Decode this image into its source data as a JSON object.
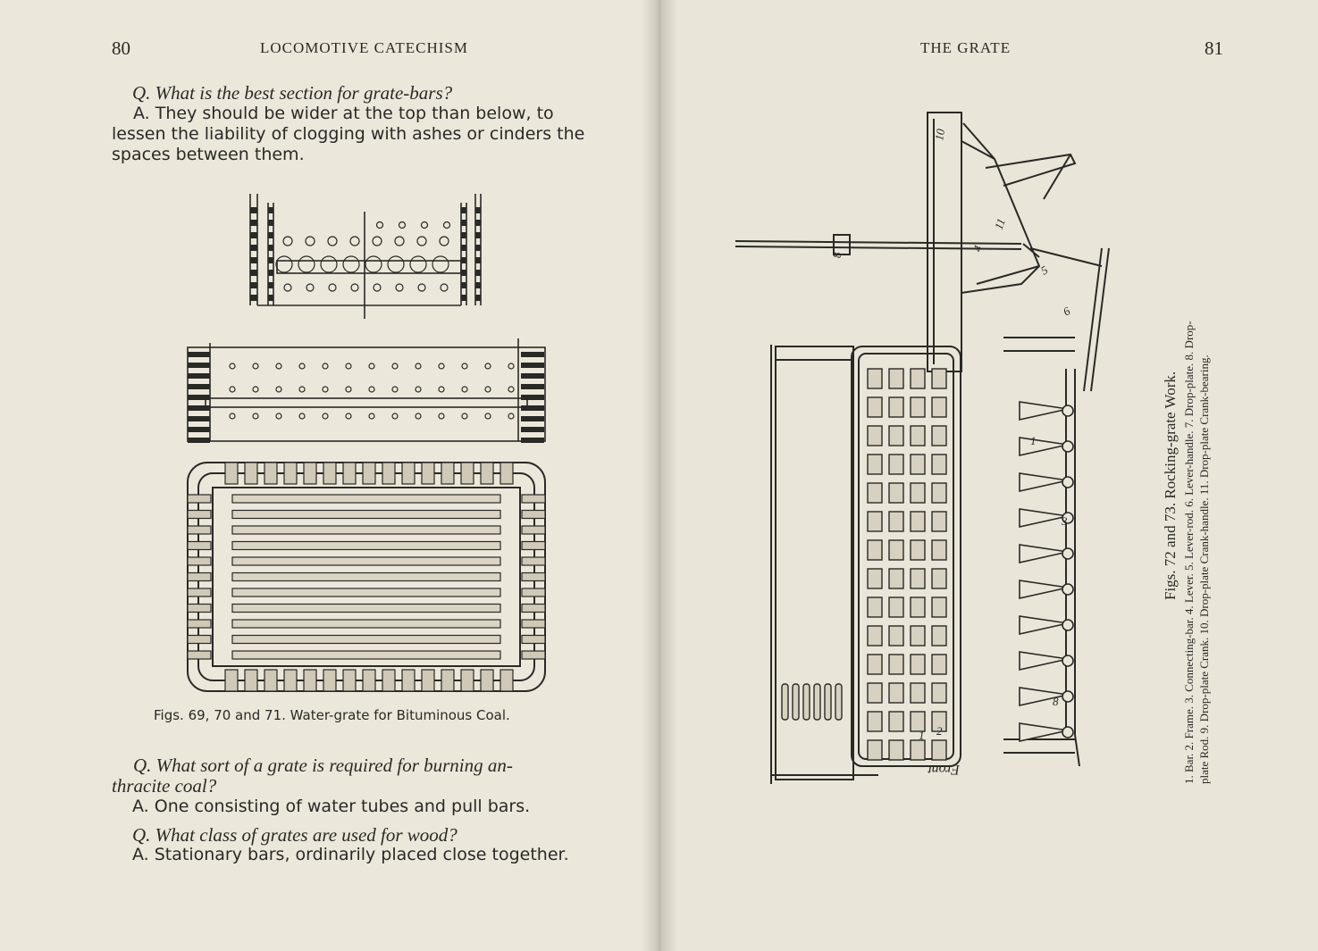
{
  "left_page": {
    "page_number": "80",
    "running_head": "LOCOMOTIVE CATECHISM",
    "qa_1": {
      "question": "Q. What is the best section for grate-bars?",
      "answer_lines": [
        "A. They should be wider at the top than below, to",
        "lessen the liability of clogging with ashes or cinders the",
        "spaces between them."
      ]
    },
    "figure_caption": "Figs. 69, 70 and 71.  Water-grate for Bituminous Coal.",
    "qa_2": {
      "question_lines": [
        "Q. What sort of a grate is required for burning an-",
        "thracite coal?"
      ],
      "answer": "A. One consisting of water tubes and pull bars."
    },
    "qa_3": {
      "question": "Q. What class of grates are used for wood?",
      "answer": "A. Stationary bars, ordinarily placed close together."
    }
  },
  "right_page": {
    "running_head": "THE GRATE",
    "page_number": "81",
    "figure_title": "Figs. 72 and 73.  Rocking-grate Work.",
    "legend_lines": [
      "1. Bar.  2. Frame.  3. Connecting-bar.  4. Lever.  5. Lever-rod.  6. Lever-handle.  7. Drop-plate.  8. Drop-",
      "plate Rod.  9. Drop-plate Crank.  10. Drop-plate Crank-handle.  11. Drop-plate Crank-bearing."
    ],
    "drawing_labels": {
      "front": "Front.",
      "n1": "1",
      "n2": "2",
      "n3": "3",
      "n4": "4",
      "n5": "5",
      "n6": "6",
      "n8": "8",
      "n10": "10",
      "n11": "11"
    }
  },
  "colors": {
    "paper": "#ebe7da",
    "ink": "#2a2926"
  }
}
